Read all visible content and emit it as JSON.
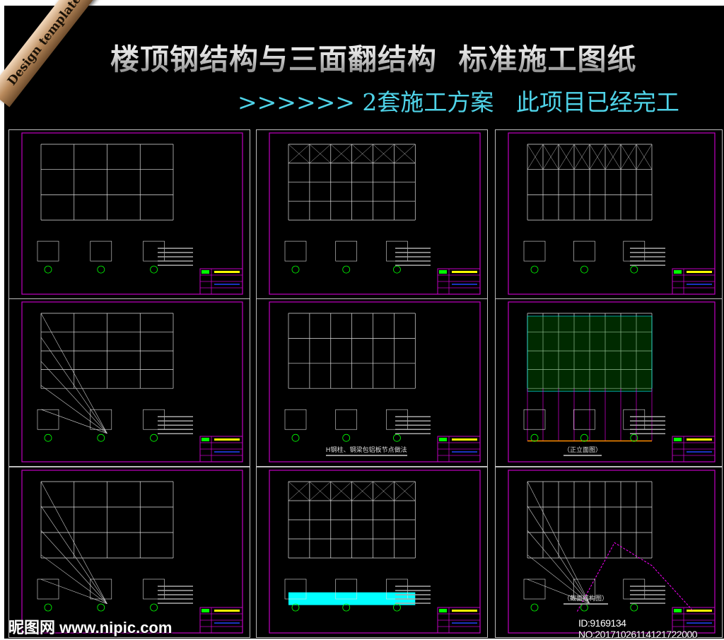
{
  "banner": {
    "ribbon_text": "Design template",
    "title": "楼顶钢结构与三面翻结构  标准施工图纸",
    "subtitle": ">>>>>> 2套施工方案   此项目已经完工"
  },
  "panels": [
    {
      "caption": ""
    },
    {
      "caption": ""
    },
    {
      "caption": ""
    },
    {
      "caption": ""
    },
    {
      "caption": "H钢柱、钢梁包铝板节点做法"
    },
    {
      "caption": "（正立面图）"
    },
    {
      "caption": ""
    },
    {
      "caption": ""
    },
    {
      "caption": "（截面结构图）"
    }
  ],
  "colors": {
    "frame": "#c000c0",
    "line": "#e0e0e0",
    "cyan": "#00ffff",
    "green": "#00ff00",
    "yellow": "#ffff00",
    "magenta": "#ff00ff",
    "orange": "#ff8c00"
  },
  "watermark": {
    "site": "昵图网 www.nipic.com",
    "id": "ID:9169134 NO:20171026114121722000"
  }
}
